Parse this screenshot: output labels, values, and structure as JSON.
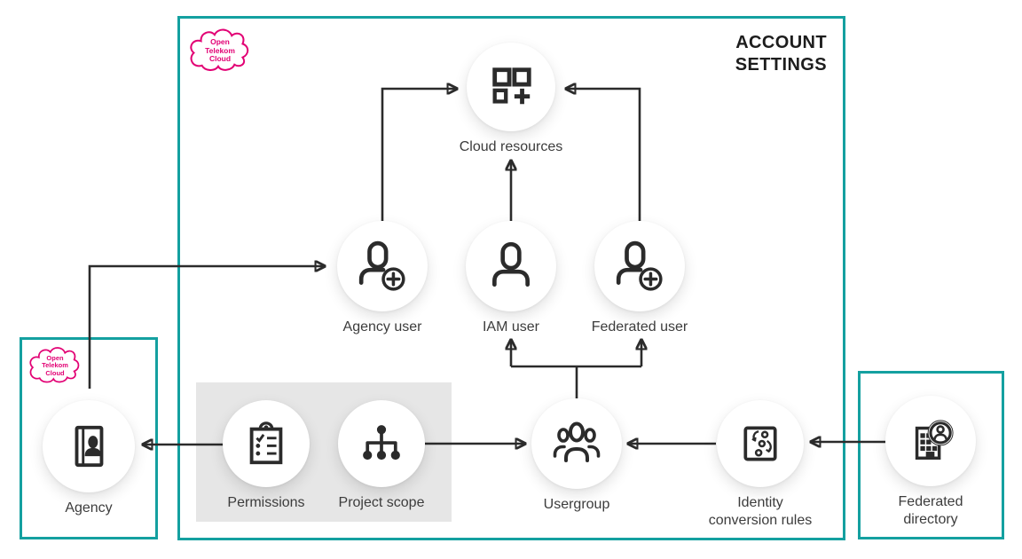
{
  "colors": {
    "teal_border": "#14A0A0",
    "magenta_brand": "#E20074",
    "ink": "#2B2B2B",
    "panel_gray": "#E6E6E6"
  },
  "title": {
    "line1": "ACCOUNT",
    "line2": "SETTINGS"
  },
  "logo": {
    "line1": "Open",
    "line2": "Telekom",
    "line3": "Cloud"
  },
  "nodes": {
    "cloud_resources": {
      "label": "Cloud resources"
    },
    "agency_user": {
      "label": "Agency user"
    },
    "iam_user": {
      "label": "IAM user"
    },
    "federated_user": {
      "label": "Federated user"
    },
    "permissions": {
      "label": "Permissions"
    },
    "project_scope": {
      "label": "Project scope"
    },
    "usergroup": {
      "label": "Usergroup"
    },
    "identity_conversion_rules": {
      "label_line1": "Identity",
      "label_line2": "conversion rules"
    },
    "federated_directory": {
      "label_line1": "Federated",
      "label_line2": "directory"
    },
    "agency": {
      "label": "Agency"
    }
  }
}
